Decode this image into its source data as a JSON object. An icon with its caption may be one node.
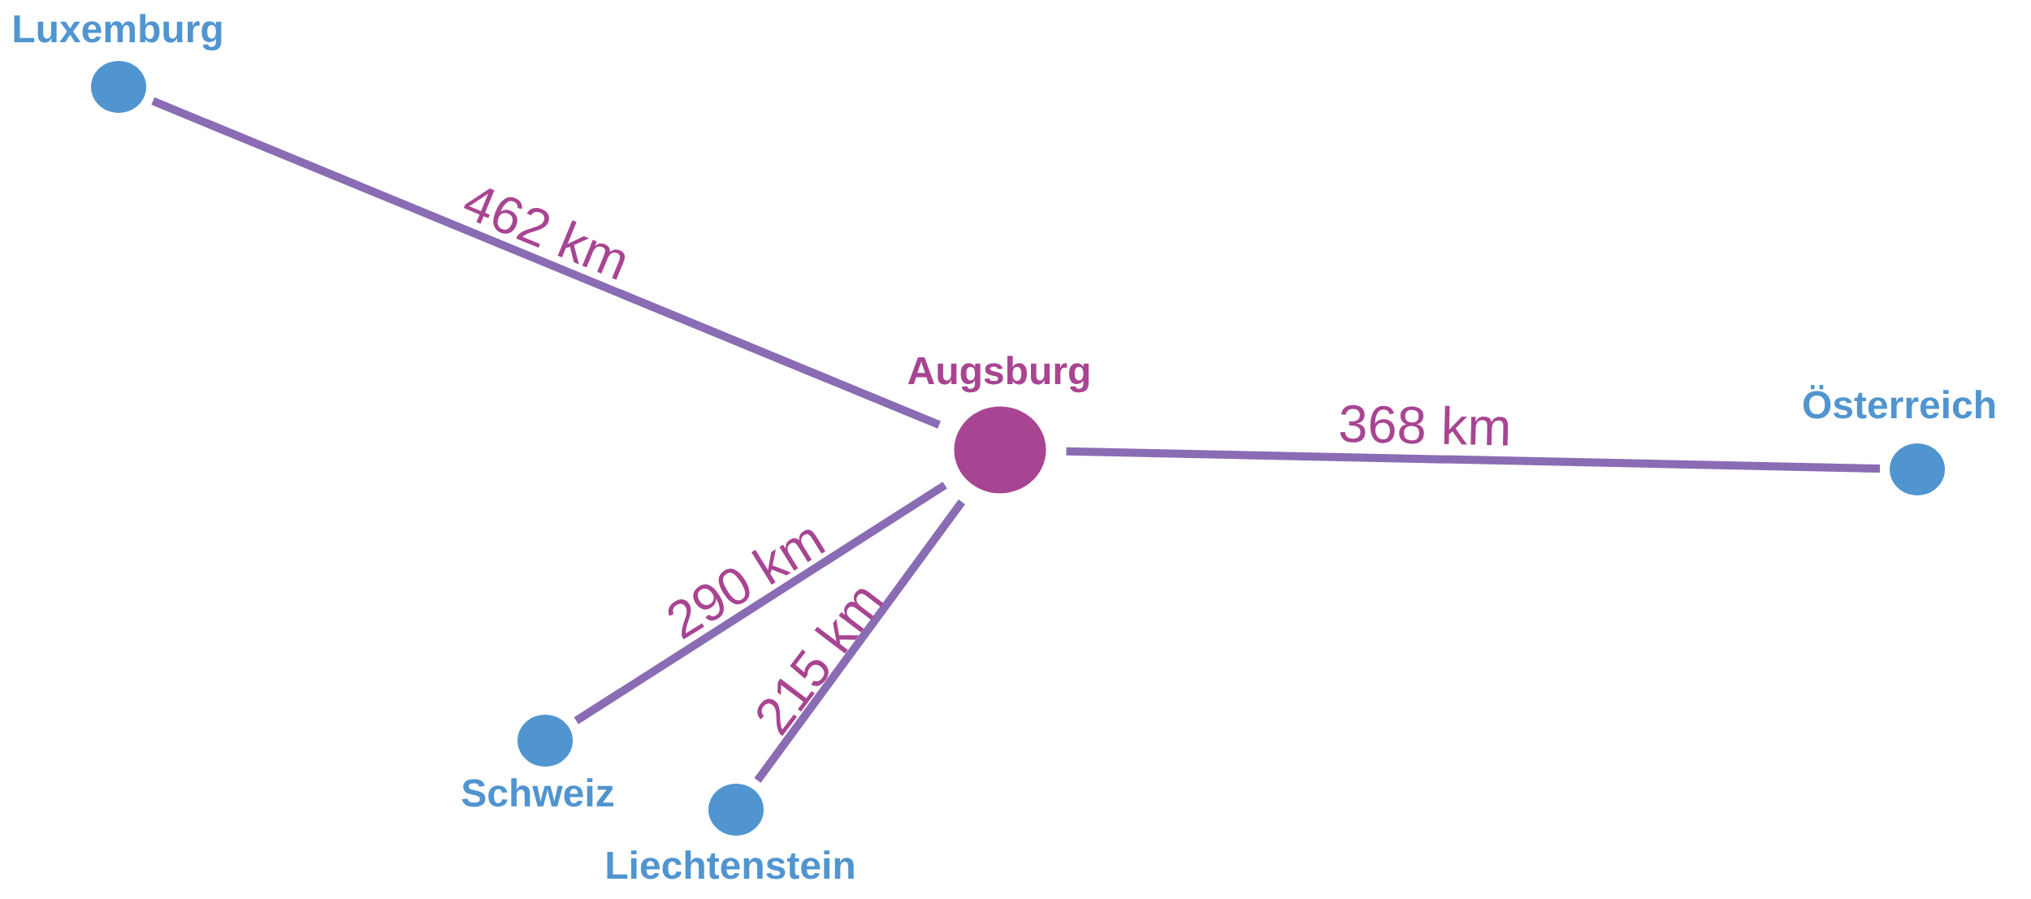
{
  "diagram": {
    "nodes": [
      {
        "text": [
          "Luxemburg"
        ]
      },
      {
        "text": [
          "Augsburg"
        ]
      },
      {
        "text": [
          "Österreich"
        ]
      },
      {
        "text": [
          "Schweiz"
        ]
      },
      {
        "text": [
          "Liechtenstein"
        ]
      }
    ],
    "edges": [
      {
        "from": 1,
        "to": 0,
        "arrow": "none",
        "label": "462 km"
      },
      {
        "from": 1,
        "to": 2,
        "arrow": "none",
        "label": "368 km"
      },
      {
        "from": 1,
        "to": 3,
        "arrow": "none",
        "label": "290 km"
      },
      {
        "from": 1,
        "to": 4,
        "arrow": "none",
        "label": "215 km"
      }
    ]
  }
}
